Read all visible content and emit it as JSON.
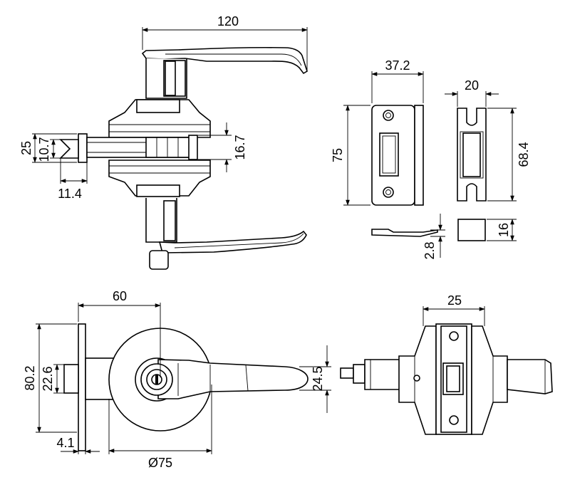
{
  "colors": {
    "stroke": "#000000",
    "background": "#ffffff"
  },
  "dimensions": {
    "lever_length": "120",
    "strike_width": "37.2",
    "strike_height": "75",
    "strike_thickness": "2.8",
    "box_width": "20",
    "box_height": "68.4",
    "box_depth": "16",
    "backset_faceplate": "25",
    "latch_face": "10.7",
    "latch_throw": "11.4",
    "rose_gap": "16.7",
    "backset": "60",
    "faceplate_height": "80.2",
    "latch_hole": "22.6",
    "faceplate_thickness": "4.1",
    "rose_diameter": "Ø75",
    "lever_height": "24.5",
    "latch_plate_width": "25"
  }
}
